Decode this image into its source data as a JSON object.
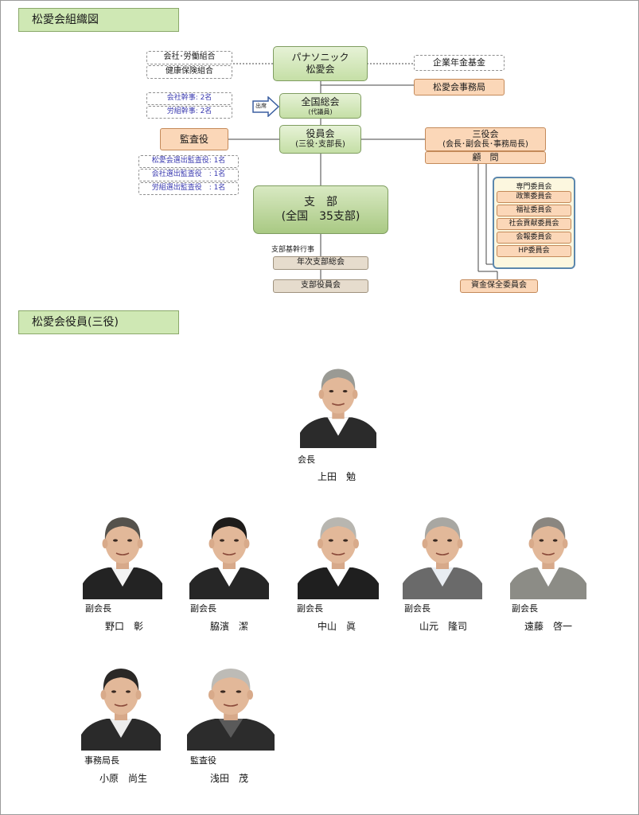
{
  "sections": {
    "org_title": "松愛会組織図",
    "officers_title": "松愛会役員(三役)"
  },
  "org": {
    "top_left_1": "会社･労働組合",
    "top_left_2": "健康保険組合",
    "main_name_1": "パナソニック",
    "main_name_2": "松愛会",
    "pension": "企業年金基金",
    "office": "松愛会事務局",
    "company_secretary": "会社幹事: 2名",
    "union_secretary": "労組幹事: 2名",
    "attend": "出席",
    "general_meeting": "全国総会",
    "general_meeting_sub": "(代議員)",
    "auditor": "監査役",
    "board": "役員会",
    "board_sub": "(三役･支部長)",
    "executives": "三役会",
    "executives_sub": "(会長･副会長･事務局長)",
    "advisor": "顧　問",
    "auditor_1": "松愛会選出監査役: 1名",
    "auditor_2": "会社選出監査役　: 1名",
    "auditor_3": "労組選出監査役　: 1名",
    "branch": "支　部",
    "branch_sub": "(全国　35支部)",
    "branch_event_label": "支部基幹行事",
    "branch_annual": "年次支部総会",
    "branch_officers": "支部役員会",
    "committee_title": "専門委員会",
    "committees": [
      "政策委員会",
      "福祉委員会",
      "社会貢献委員会",
      "会報委員会",
      "HP委員会"
    ],
    "fund_committee": "資金保全委員会"
  },
  "officers": [
    {
      "role": "会長",
      "name": "上田　勉",
      "hair": "#9a9a94",
      "suit": "#2b2b2b",
      "shirt": "#ffffff"
    },
    {
      "role": "副会長",
      "name": "野口　彰",
      "hair": "#55524c",
      "suit": "#232323",
      "shirt": "#f3f3f3"
    },
    {
      "role": "副会長",
      "name": "脇濱　潔",
      "hair": "#1e1c1a",
      "suit": "#262626",
      "shirt": "#ffffff"
    },
    {
      "role": "副会長",
      "name": "中山　眞",
      "hair": "#b8b6b0",
      "suit": "#1f1f1f",
      "shirt": "#ffffff"
    },
    {
      "role": "副会長",
      "name": "山元　隆司",
      "hair": "#a8a7a2",
      "suit": "#6a6a6a",
      "shirt": "#e9edf2"
    },
    {
      "role": "副会長",
      "name": "遠藤　啓一",
      "hair": "#8a8680",
      "suit": "#8c8c86",
      "shirt": "#ffffff"
    },
    {
      "role": "事務局長",
      "name": "小原　尚生",
      "hair": "#2a2826",
      "suit": "#2a2a2a",
      "shirt": "#ececec"
    },
    {
      "role": "監査役",
      "name": "浅田　茂",
      "hair": "#bdbbb6",
      "suit": "#2c2c2c",
      "shirt": "#5a5a5a"
    }
  ],
  "colors": {
    "green_box": "#c5dfa6",
    "orange_box": "#fbd7b8",
    "committee_border": "#5b87ad",
    "section_head": "#cfe8b4"
  }
}
